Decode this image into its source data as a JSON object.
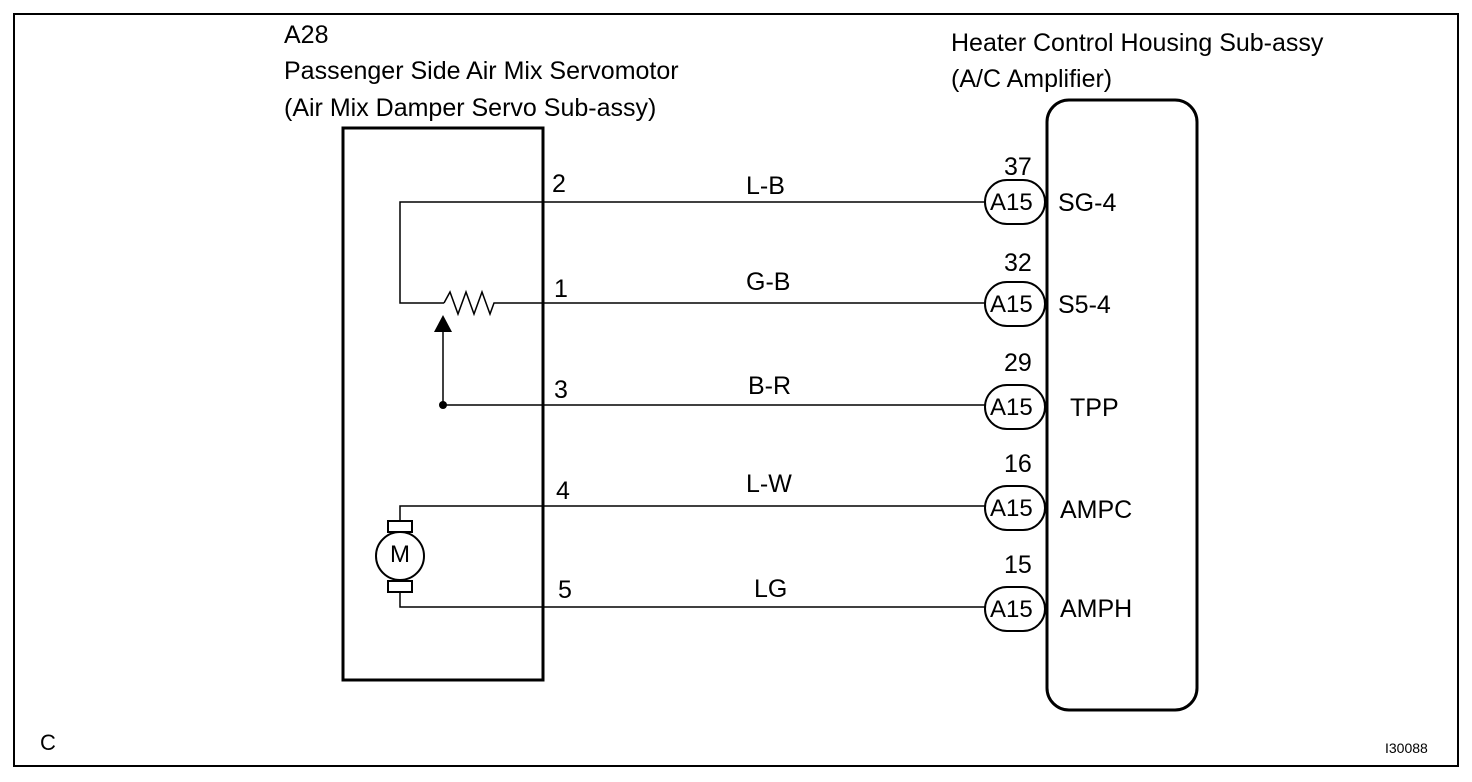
{
  "servomotor": {
    "code": "A28",
    "name": "Passenger Side Air Mix Servomotor",
    "subname": "(Air Mix Damper Servo Sub-assy)",
    "motor_symbol": "M"
  },
  "amplifier": {
    "name": "Heater Control Housing Sub-assy",
    "subname": "(A/C Amplifier)"
  },
  "wires": [
    {
      "pin": "2",
      "color": "L-B",
      "connector": "A15",
      "amp_pin": "37",
      "signal": "SG-4"
    },
    {
      "pin": "1",
      "color": "G-B",
      "connector": "A15",
      "amp_pin": "32",
      "signal": "S5-4"
    },
    {
      "pin": "3",
      "color": "B-R",
      "connector": "A15",
      "amp_pin": "29",
      "signal": "TPP"
    },
    {
      "pin": "4",
      "color": "L-W",
      "connector": "A15",
      "amp_pin": "16",
      "signal": "AMPC"
    },
    {
      "pin": "5",
      "color": "LG",
      "connector": "A15",
      "amp_pin": "15",
      "signal": "AMPH"
    }
  ],
  "corner_label": "C",
  "figure_id": "I30088"
}
